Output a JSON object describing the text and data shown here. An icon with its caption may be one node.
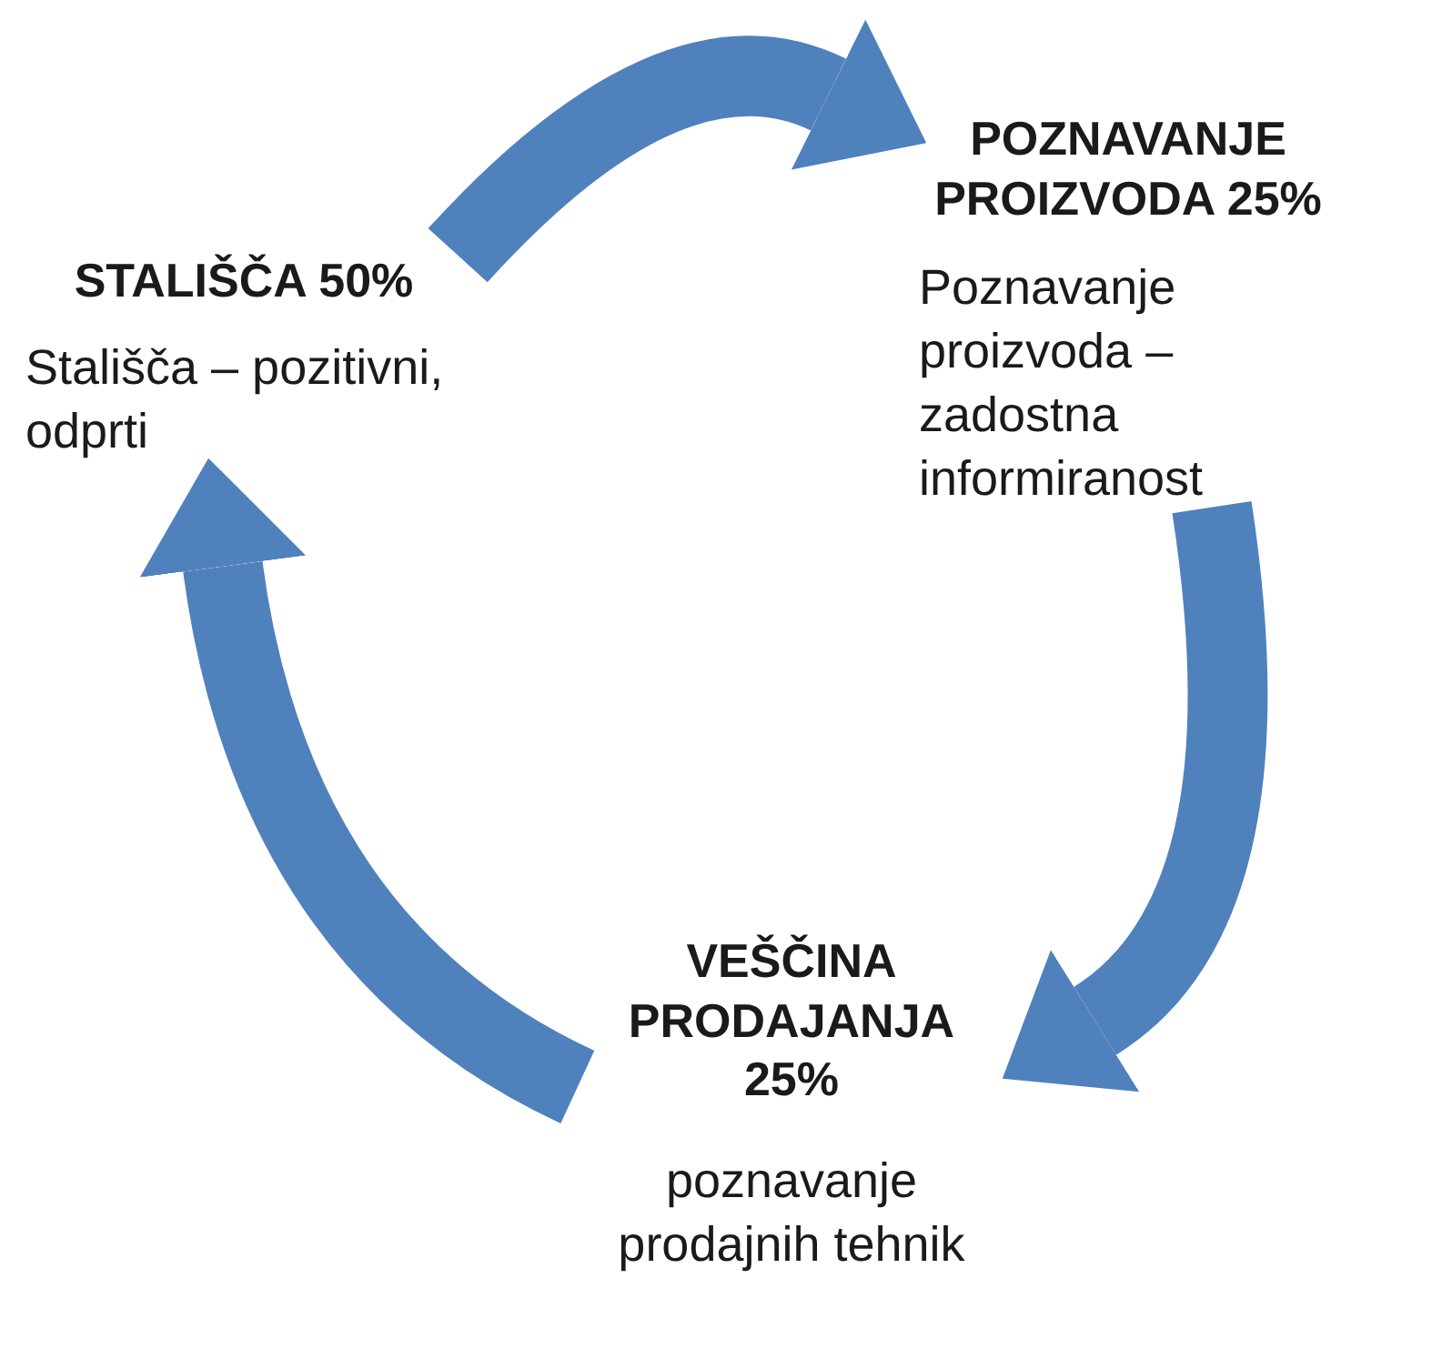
{
  "diagram": {
    "nodes": [
      {
        "text": [
          "STALIŠČA 50%",
          "Stališča – pozitivni, odprti"
        ]
      },
      {
        "text": [
          "POZNAVANJE PROIZVODA 25%",
          "Poznavanje proizvoda – zadostna informiranost"
        ]
      },
      {
        "text": [
          "VEŠČINA PRODAJANJA 25%",
          "poznavanje prodajnih tehnik"
        ]
      }
    ],
    "edges": [
      {
        "from": 0,
        "to": 1,
        "arrow": "to"
      },
      {
        "from": 1,
        "to": 2,
        "arrow": "to"
      },
      {
        "from": 2,
        "to": 0,
        "arrow": "to"
      }
    ]
  }
}
